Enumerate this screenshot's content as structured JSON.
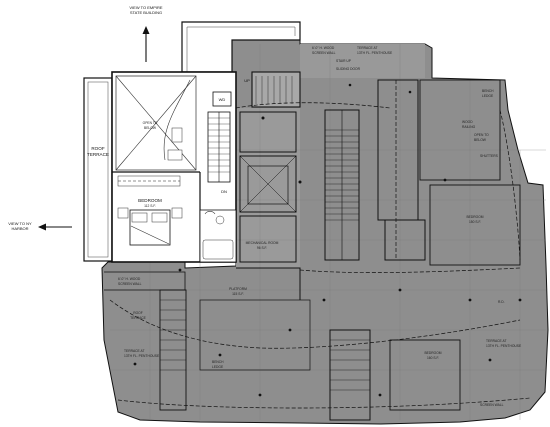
{
  "labels": {
    "view_empire_1": "VIEW TO EMPIRE",
    "view_empire_2": "STATE BUILDING",
    "view_harbor_1": "VIEW TO NY",
    "view_harbor_2": "HARBOR",
    "roof_terrace_1": "ROOF",
    "roof_terrace_2": "TERRACE",
    "open_below_1": "OPEN TO",
    "open_below_2": "BELOW",
    "bedroom_1": "BEDROOM",
    "bedroom_1_area": "112 S.F.",
    "wd": "WD",
    "up_top": "UP",
    "dn": "DN",
    "mech_room": "MECHANICAL ROOM",
    "mech_area": "96 S.F.",
    "bedroom_2": "BEDROOM",
    "bedroom_2_area": "150 S.F.",
    "bedroom_3": "BEDROOM",
    "bedroom_3_area": "160 S.F.",
    "platform": "PLATFORM",
    "platform_area": "115 S.F.",
    "roof_left": "ROOF",
    "roof_left_2": "TERRACE",
    "terrace_left_1": "TERRACE AT",
    "terrace_left_2": "13TH FL. PENTHOUSE",
    "terrace_right_1": "TERRACE AT",
    "terrace_right_2": "13TH FL. PENTHOUSE",
    "terrace_top_1": "TERRACE AT",
    "terrace_top_2": "13TH FL. PENTHOUSE",
    "screen_wall_1": "6'-0\" H. WOOD",
    "screen_wall_2": "SCREEN WALL",
    "screen_wall_tl_1": "6'-0\" H. WOOD",
    "screen_wall_tl_2": "SCREEN WALL",
    "screen_wall_br": "SCREEN WALL",
    "wood_railing_1": "WOOD",
    "wood_railing_2": "RAILING",
    "open_to_below_r1": "OPEN TO",
    "open_to_below_r2": "BELOW",
    "bench_ledge_1": "BENCH",
    "bench_ledge_2": "LEDGE",
    "bench_ledge_b1": "BENCH",
    "bench_ledge_b2": "LEDGE",
    "shutters": "SHUTTERS",
    "stair_up": "STAIR UP",
    "sliding_door": "SLIDING DOOR",
    "rd": "R.D."
  }
}
